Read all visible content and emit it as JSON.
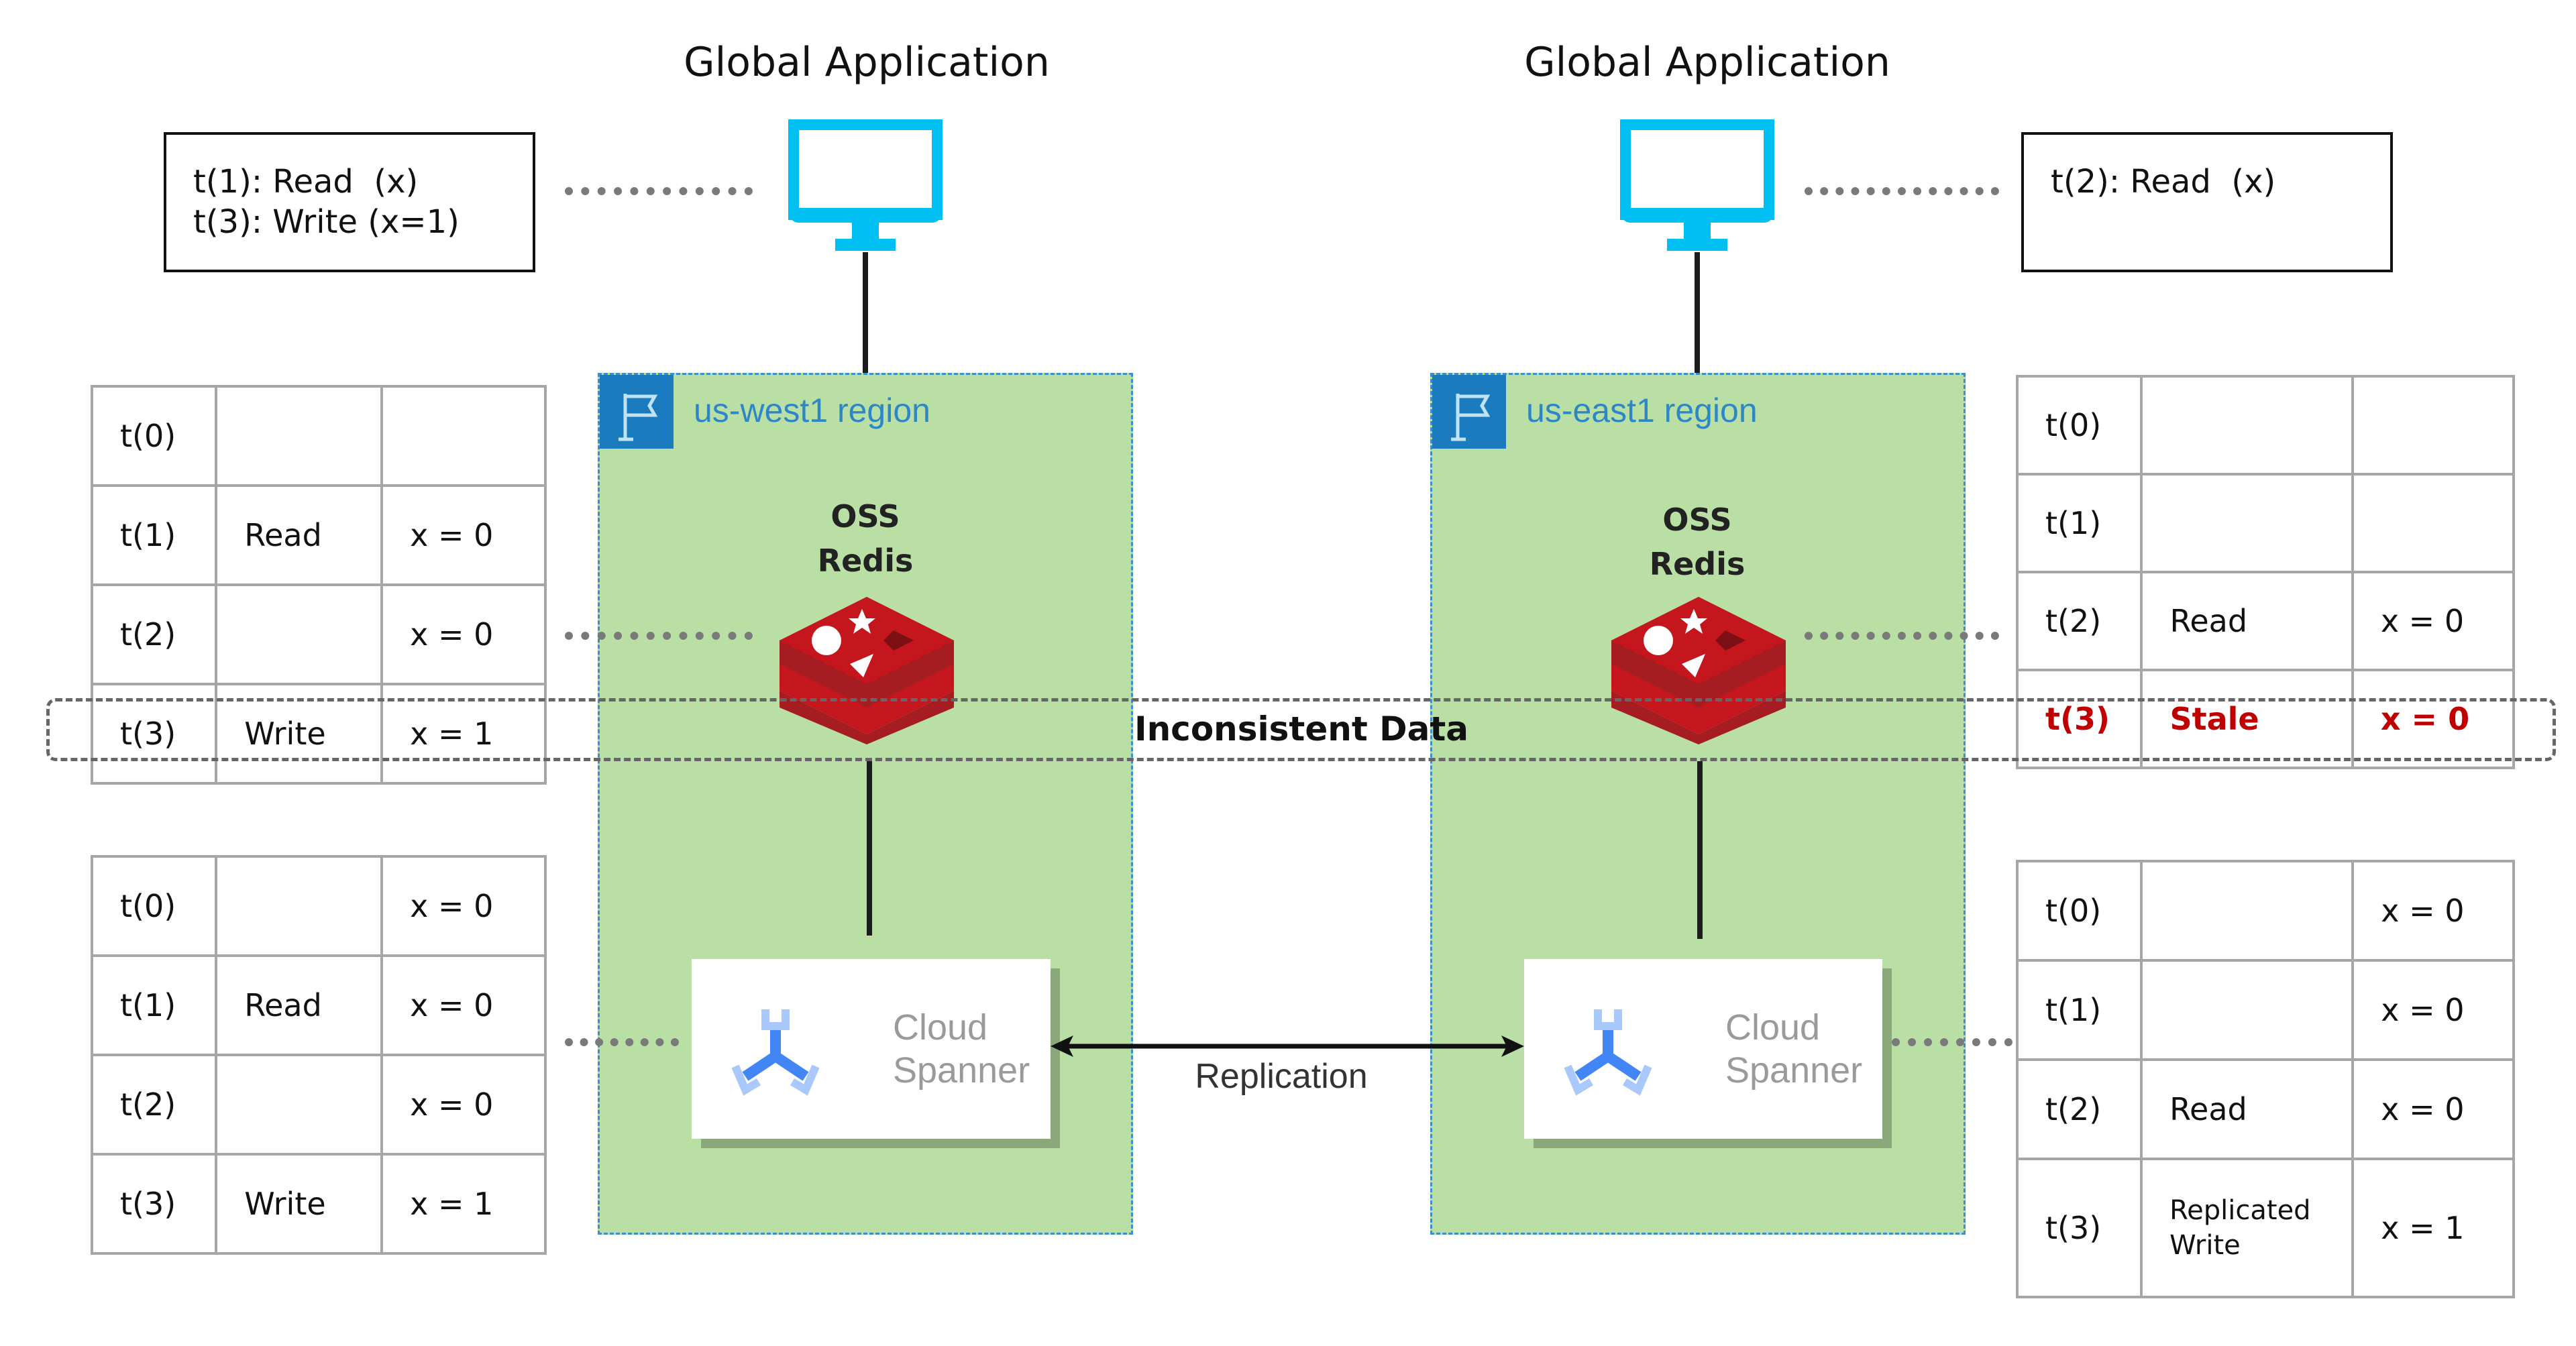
{
  "apps": [
    {
      "title": "Global Application",
      "note_lines": [
        "t(1): Read  (x)",
        "t(3): Write (x=1)"
      ]
    },
    {
      "title": "Global Application",
      "note_lines": [
        "t(2): Read  (x)"
      ]
    }
  ],
  "regions": [
    {
      "label": "us-west1 region",
      "cache": {
        "line1": "OSS",
        "line2": "Redis"
      },
      "db": {
        "line1": "Cloud",
        "line2": "Spanner"
      }
    },
    {
      "label": "us-east1 region",
      "cache": {
        "line1": "OSS",
        "line2": "Redis"
      },
      "db": {
        "line1": "Cloud",
        "line2": "Spanner"
      }
    }
  ],
  "replication_label": "Replication",
  "inconsistent_label": "Inconsistent Data",
  "tables": {
    "west_cache": [
      {
        "t": "t(0)",
        "op": "",
        "val": ""
      },
      {
        "t": "t(1)",
        "op": "Read",
        "val": "x = 0"
      },
      {
        "t": "t(2)",
        "op": "",
        "val": "x = 0"
      },
      {
        "t": "t(3)",
        "op": "Write",
        "val": "x = 1"
      }
    ],
    "west_db": [
      {
        "t": "t(0)",
        "op": "",
        "val": "x = 0"
      },
      {
        "t": "t(1)",
        "op": "Read",
        "val": "x = 0"
      },
      {
        "t": "t(2)",
        "op": "",
        "val": "x = 0"
      },
      {
        "t": "t(3)",
        "op": "Write",
        "val": "x = 1"
      }
    ],
    "east_cache": [
      {
        "t": "t(0)",
        "op": "",
        "val": ""
      },
      {
        "t": "t(1)",
        "op": "",
        "val": ""
      },
      {
        "t": "t(2)",
        "op": "Read",
        "val": "x = 0"
      },
      {
        "t": "t(3)",
        "op": "Stale",
        "val": "x = 0",
        "highlight": true
      }
    ],
    "east_db": [
      {
        "t": "t(0)",
        "op": "",
        "val": "x = 0"
      },
      {
        "t": "t(1)",
        "op": "",
        "val": "x = 0"
      },
      {
        "t": "t(2)",
        "op": "Read",
        "val": "x = 0"
      },
      {
        "t": "t(3)",
        "op": "Replicated Write",
        "val": "x = 1"
      }
    ]
  },
  "colors": {
    "monitor": "#00bff3",
    "region_fill": "#b9dfa5",
    "region_border": "#3a8fcf",
    "redis": "#c4161c",
    "stale_text": "#c00000",
    "spanner_icon": "#4285f4"
  }
}
